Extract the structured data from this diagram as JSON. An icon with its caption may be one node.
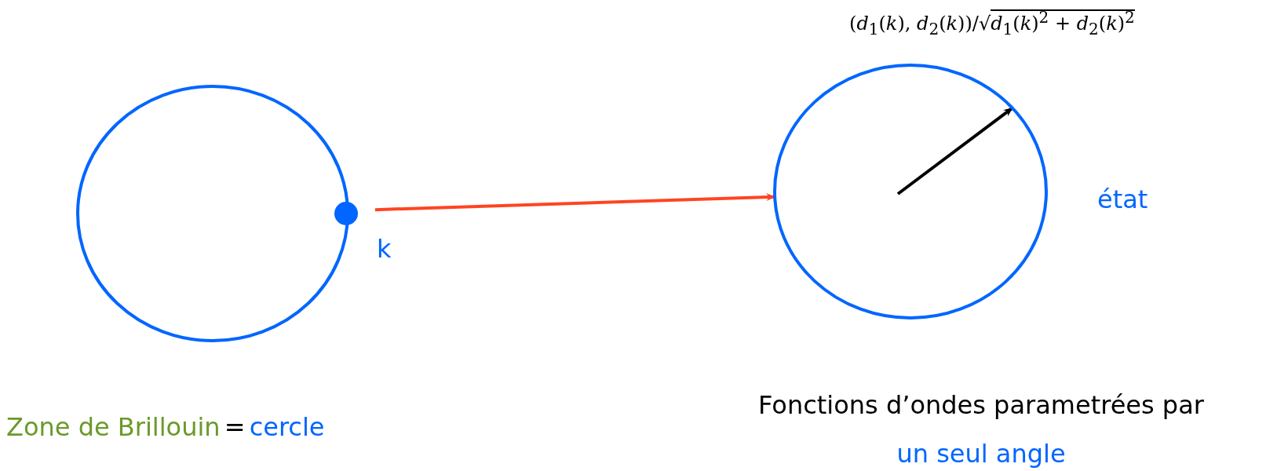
{
  "diagram": {
    "nodes": [
      {
        "text": [],
        "shape": "circle"
      },
      {
        "text": [],
        "shape": "circle",
        "beside": [
          "k"
        ]
      },
      {
        "text": [],
        "shape": "circle",
        "beside": [
          "état"
        ]
      }
    ],
    "edges": [
      {
        "from": 1,
        "to": 2,
        "arrow": "to",
        "color": "#ff4422"
      },
      {
        "from": null,
        "to": 2,
        "arrow": "to",
        "color": "#000000"
      }
    ],
    "labels": [
      "(*d*$_{1}$(*k*), *d*$_{2}$(*k*))/√",
      "*d*$_{1}$(*k*)$^{2}$ + *d*$_{2}$(*k*)$^{2}$",
      "Zone de Brillouin",
      "=",
      "cercle",
      "Fonctions d’ondes parametrées par",
      "un seul angle"
    ]
  }
}
